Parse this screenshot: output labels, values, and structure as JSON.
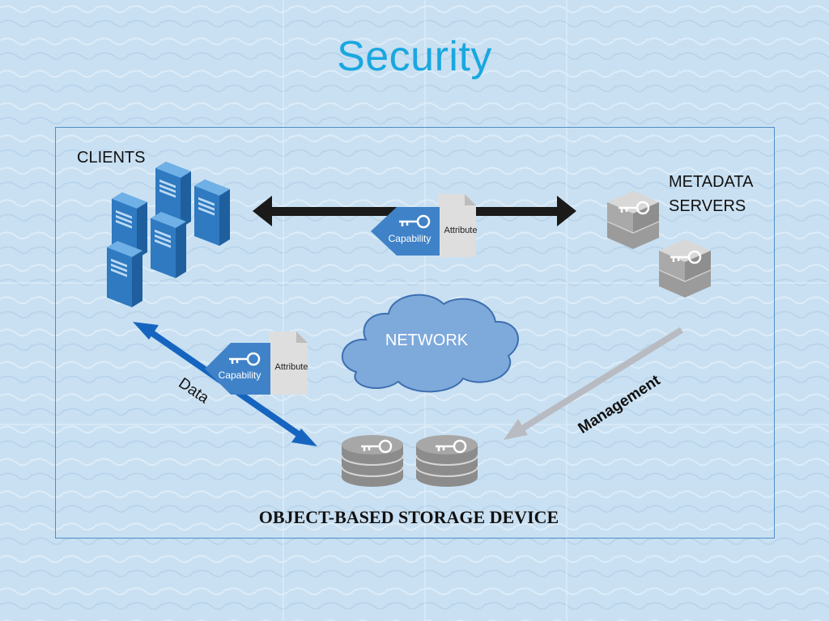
{
  "slide": {
    "title": "Security"
  },
  "diagram": {
    "clients_label": "CLIENTS",
    "metadata_servers_label": [
      "METADATA",
      "SERVERS"
    ],
    "network_label": "NETWORK",
    "storage_label": "OBJECT-BASED STORAGE DEVICE",
    "data_arrow_label": "Data",
    "management_arrow_label": "Management",
    "top_token": {
      "capability": "Capability",
      "attribute": "Attribute"
    },
    "data_token": {
      "capability": "Capability",
      "attribute": "Attribute"
    }
  },
  "colors": {
    "title": "#1aa7e0",
    "server_blue": "#2f7ac0",
    "arrow_dark": "#1a1a1a",
    "arrow_blue": "#1565c0",
    "arrow_gray": "#b8bcc2",
    "cloud": "#7ea9db",
    "disk_gray": "#8c8c8c",
    "frame": "#4f8fc9"
  }
}
